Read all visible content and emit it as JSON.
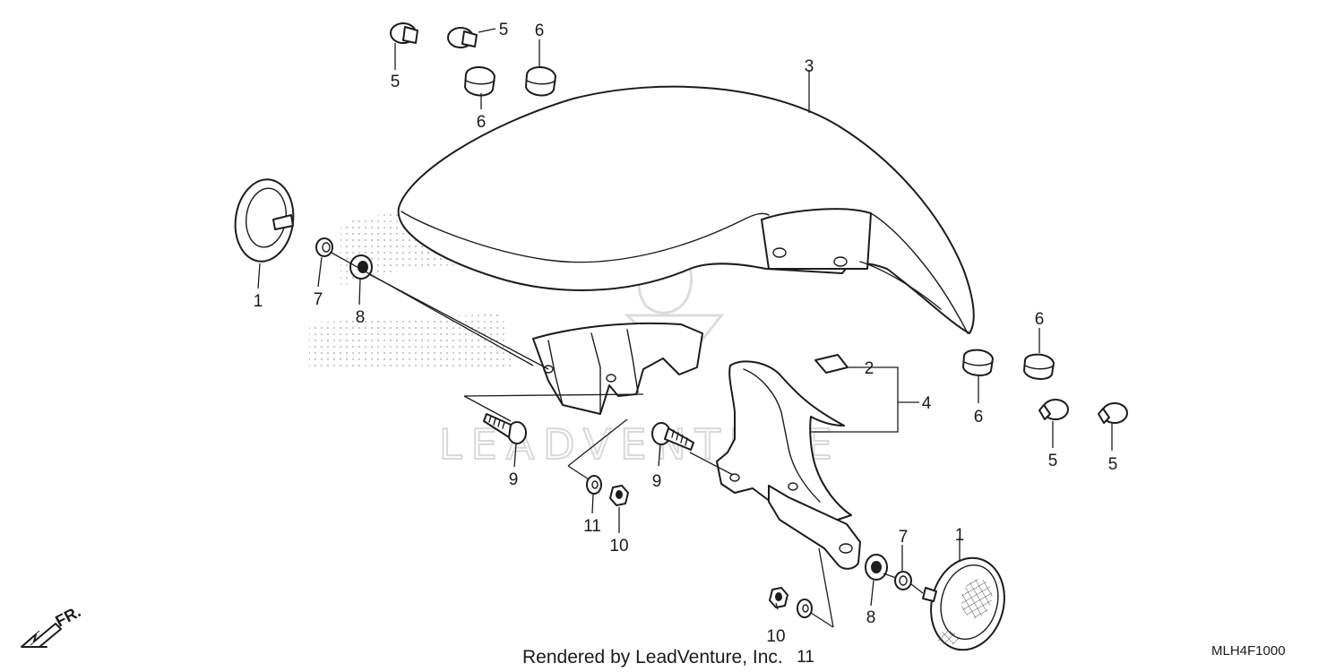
{
  "diagram": {
    "watermark_text": "LEADVENTURE",
    "direction_label": "FR.",
    "credit": "Rendered by LeadVenture, Inc.",
    "diagram_code": "MLH4F1000",
    "callouts": {
      "c1_left": "1",
      "c1_right": "1",
      "c2": "2",
      "c3": "3",
      "c4": "4",
      "c5_a": "5",
      "c5_b": "5",
      "c5_c": "5",
      "c5_d": "5",
      "c6_a": "6",
      "c6_b": "6",
      "c6_c": "6",
      "c6_d": "6",
      "c7_left": "7",
      "c7_right": "7",
      "c8_left": "8",
      "c8_right": "8",
      "c9_a": "9",
      "c9_b": "9",
      "c10_a": "10",
      "c10_b": "10",
      "c11_a": "11",
      "c11_b": "11"
    }
  }
}
